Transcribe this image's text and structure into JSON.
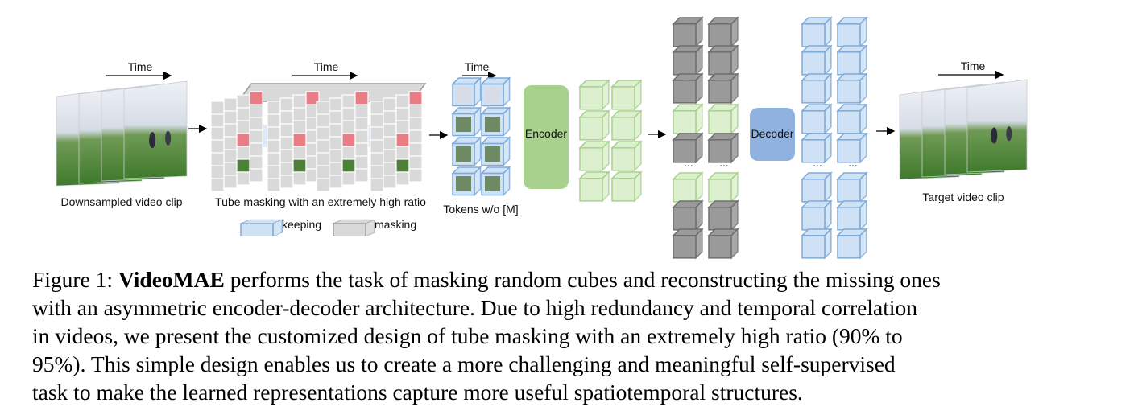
{
  "colors": {
    "keep_fill": "#cfe2f5",
    "keep_edge": "#7eaad8",
    "mask_fill": "#9a9a9a",
    "mask_edge": "#6e6e6e",
    "mask_light": "#d9d9d9",
    "green_fill": "#dcf0cf",
    "green_edge": "#a9d18e",
    "encoder": "#a9d18e",
    "decoder": "#8fb2e0",
    "red_cell": "#e97c85",
    "sky": "#eef1f6",
    "grass": "#3f7a2c"
  },
  "diagram": {
    "time_label": "Time",
    "input_label": "Downsampled video clip",
    "tube_label": "Tube masking with an extremely high ratio",
    "tokens_label": "Tokens w/o [M]",
    "encoder_label": "Encoder",
    "decoder_label": "Decoder",
    "target_label": "Target video clip",
    "legend_keeping": "keeping",
    "legend_masking": "masking",
    "ellipsis": "..."
  },
  "caption": {
    "prefix": "Figure 1: ",
    "name": "VideoMAE",
    "line1": " performs the task of masking random cubes and reconstructing the missing ones",
    "line2": "with an asymmetric encoder-decoder architecture. Due to high redundancy and temporal correlation",
    "line3": "in videos, we present the customized design of tube masking with an extremely high ratio (90% to",
    "line4": "95%). This simple design enables us to create a more challenging and meaningful self-supervised",
    "line5": "task to make the learned representations capture more useful spatiotemporal structures."
  }
}
